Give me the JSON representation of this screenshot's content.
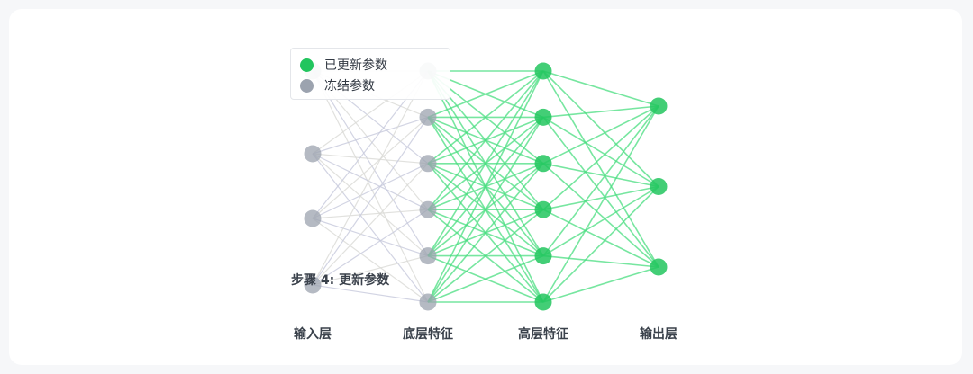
{
  "colors": {
    "updated": "#22c55e",
    "frozen": "#9ca3af",
    "updated_edge": "#4ade80",
    "frozen_edge_a": "#c7c9dc",
    "frozen_edge_b": "#d9d9d6"
  },
  "legend": {
    "items": [
      {
        "label": "已更新参数",
        "state": "updated"
      },
      {
        "label": "冻结参数",
        "state": "frozen"
      }
    ]
  },
  "step_label": "步骤 4: 更新参数",
  "layers": [
    {
      "label": "输入层",
      "nodes": 4,
      "state": "frozen"
    },
    {
      "label": "底层特征",
      "nodes": 6,
      "state": "frozen"
    },
    {
      "label": "高层特征",
      "nodes": 6,
      "state": "updated"
    },
    {
      "label": "输出层",
      "nodes": 3,
      "state": "updated"
    }
  ]
}
